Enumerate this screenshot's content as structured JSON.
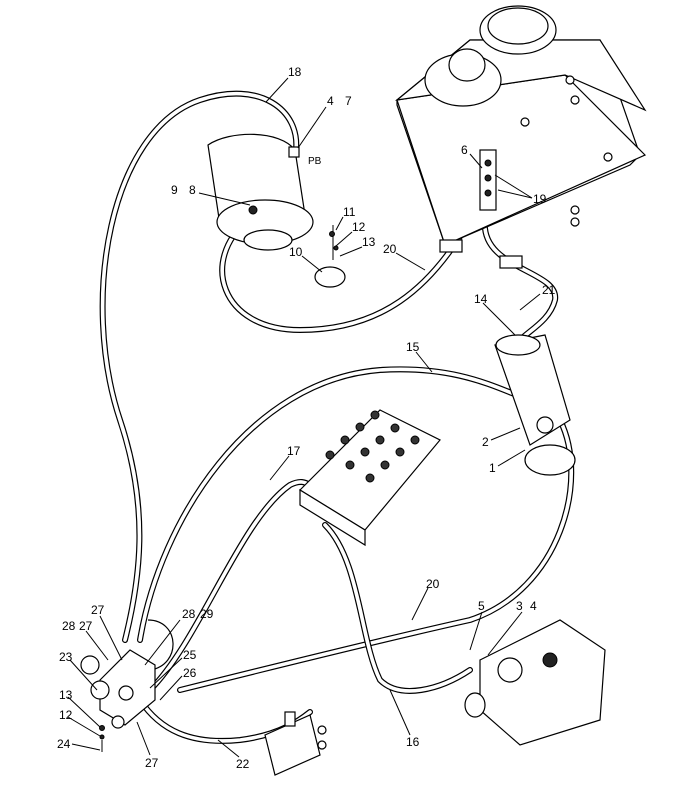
{
  "diagram": {
    "callouts": {
      "c18": "18",
      "c4a": "4",
      "c7": "7",
      "pb": "PB",
      "c9": "9",
      "c8": "8",
      "c11": "11",
      "c12a": "12",
      "c13a": "13",
      "c10": "10",
      "c20a": "20",
      "c6": "6",
      "c19": "19",
      "c21": "21",
      "c14": "14",
      "c15": "15",
      "c2": "2",
      "c1": "1",
      "c17": "17",
      "c20b": "20",
      "c5": "5",
      "c3": "3",
      "c4b": "4",
      "c16": "16",
      "c22": "22",
      "c27a": "27",
      "c28a": "28",
      "c27b": "27",
      "c28b": "28",
      "c29": "29",
      "c23": "23",
      "c25": "25",
      "c26": "26",
      "c13b": "13",
      "c12b": "12",
      "c24": "24",
      "c27c": "27"
    }
  }
}
